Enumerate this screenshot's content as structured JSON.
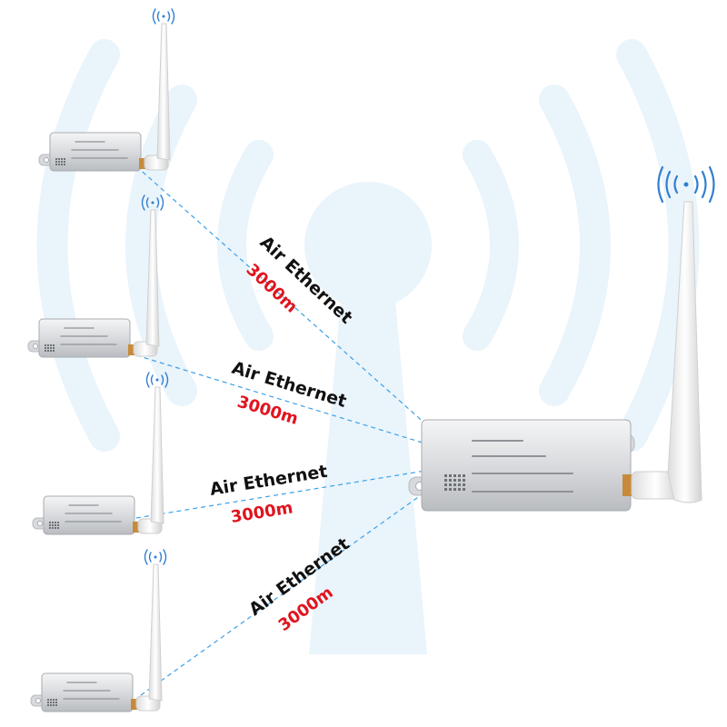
{
  "links": [
    {
      "label": "Air Ethernet",
      "distance": "3000m"
    },
    {
      "label": "Air Ethernet",
      "distance": "3000m"
    },
    {
      "label": "Air Ethernet",
      "distance": "3000m"
    },
    {
      "label": "Air Ethernet",
      "distance": "3000m"
    }
  ],
  "colors": {
    "background": "#ffffff",
    "watermark": "#eaf4fb",
    "link_line": "#3aa0e8",
    "label_text": "#111111",
    "distance_text": "#e0141e",
    "device_body": "#d9dbde",
    "antenna": "#f1f1f1",
    "signal_icon": "#2f7fd0"
  },
  "icons": {
    "signal": "wifi-signal-icon",
    "watermark": "wireless-tower-icon"
  }
}
